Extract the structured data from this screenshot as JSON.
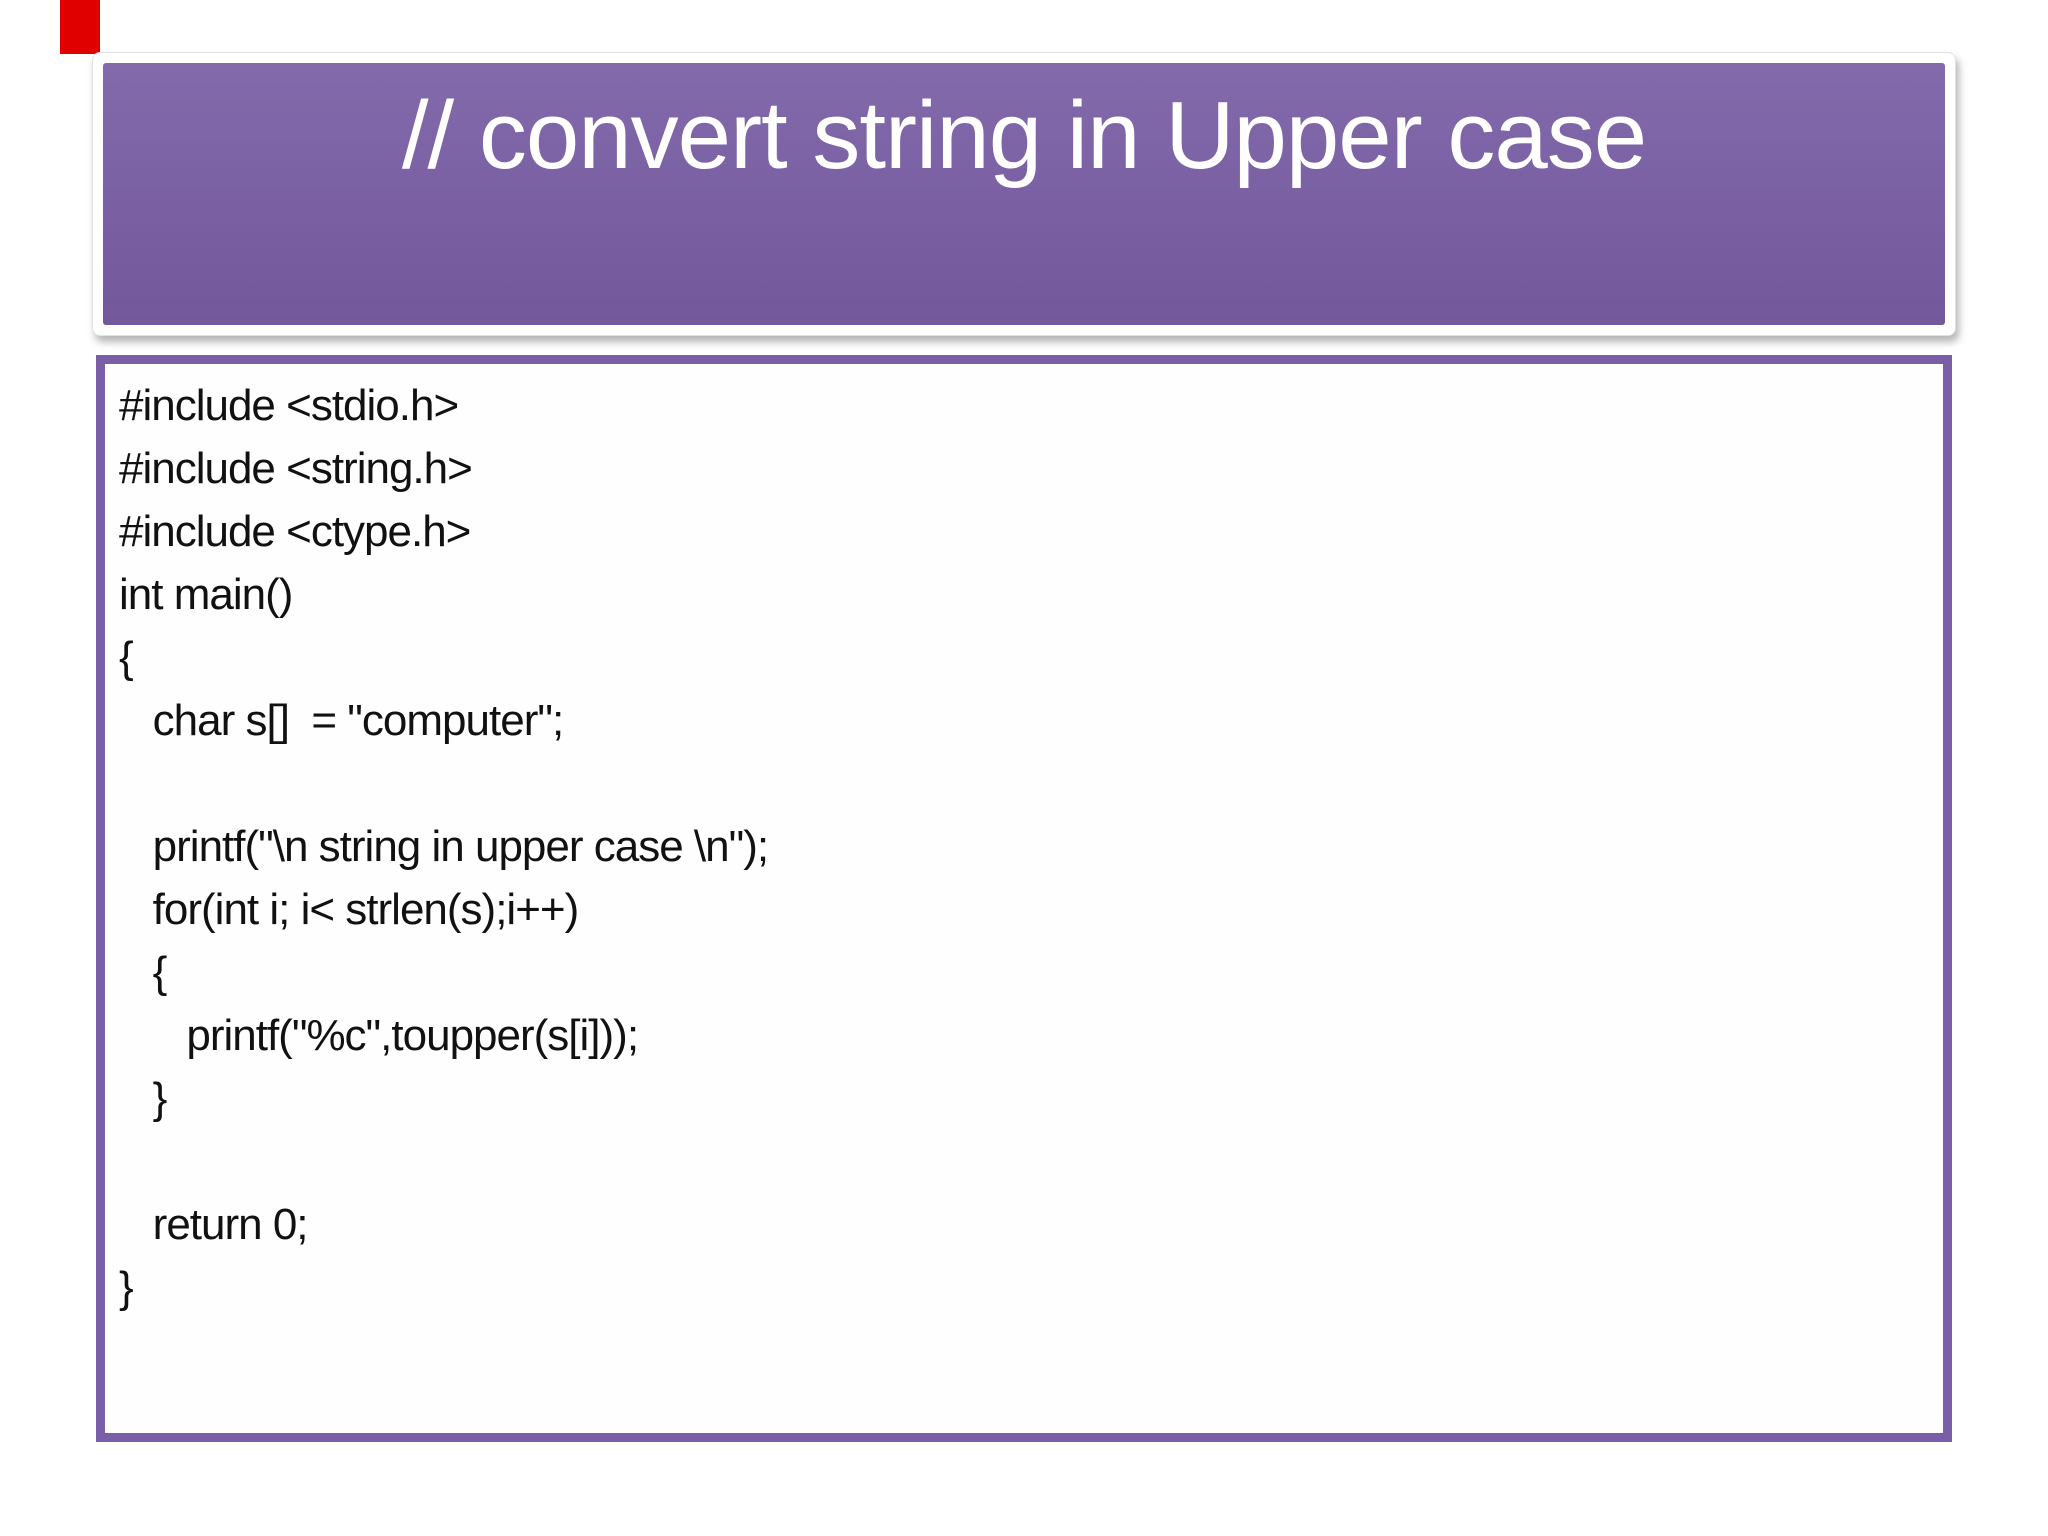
{
  "slide": {
    "header": {
      "title": "// convert string in Upper case"
    },
    "code": {
      "lines": [
        "#include <stdio.h>",
        "#include <string.h>",
        "#include <ctype.h>",
        "int main()",
        "{",
        "   char s[]  = \"computer\";",
        "",
        "   printf(\"\\n string in upper case \\n\");",
        "   for(int i; i< strlen(s);i++)",
        "   {",
        "      printf(\"%c\",toupper(s[i]));",
        "   }",
        "",
        "   return 0;",
        "}"
      ]
    },
    "colors": {
      "header_purple_top": "#826aab",
      "header_purple_bottom": "#73589c",
      "code_border": "#7a5fa8",
      "code_text": "#111111",
      "red_marker": "#e00000"
    }
  }
}
